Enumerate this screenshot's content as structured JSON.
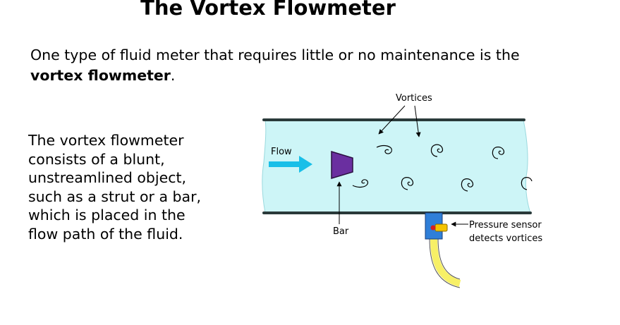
{
  "title": "The Vortex Flowmeter",
  "intro": {
    "text_before": "One type of fluid meter that requires little or no maintenance is the ",
    "emphasis": "vortex flowmeter",
    "text_after": "."
  },
  "description_lines": [
    "The vortex flowmeter",
    "consists of a blunt,",
    "unstreamlined object,",
    "such as a strut or a bar,",
    "which is placed in the",
    "flow path of the fluid."
  ],
  "diagram": {
    "labels": {
      "vortices": "Vortices",
      "flow": "Flow",
      "bar": "Bar",
      "sensor_line1": "Pressure sensor",
      "sensor_line2": "detects vortices"
    },
    "colors": {
      "fluid": "#cdf5f7",
      "pipe_wall": "#2a3a3a",
      "flow_arrow": "#19bfe8",
      "bar": "#6a2fa0",
      "sensor_body": "#2f7fd8",
      "sensor_probe": "#f5c400",
      "sensor_dot": "#d62020",
      "cable": "#f7f066"
    }
  }
}
